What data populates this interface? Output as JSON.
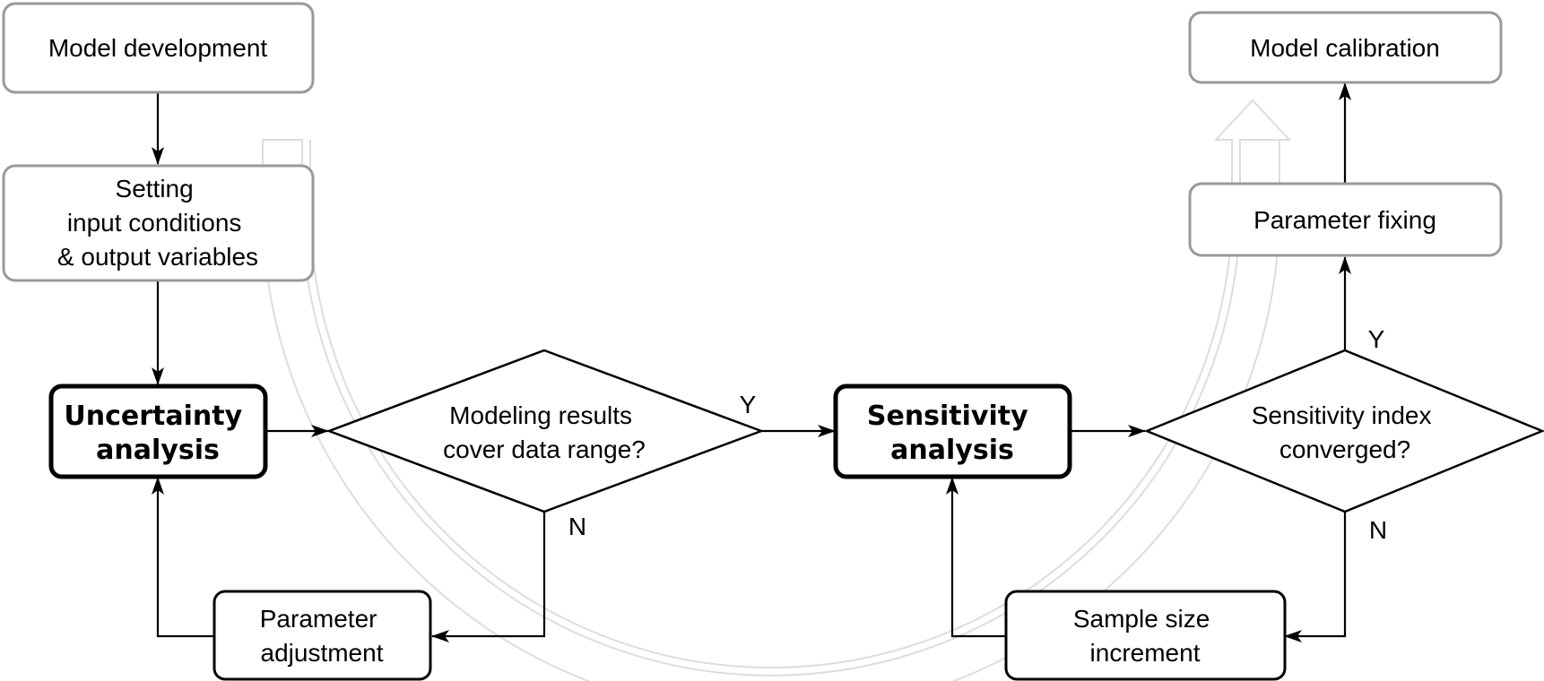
{
  "nodes": {
    "model_development": {
      "lines": [
        "Model development"
      ]
    },
    "setting_input": {
      "lines": [
        "Setting",
        "input conditions",
        "& output variables"
      ]
    },
    "uncertainty_analysis": {
      "lines": [
        "Uncertainty",
        "analysis"
      ]
    },
    "coverage_decision": {
      "lines": [
        "Modeling results",
        "cover data range?"
      ]
    },
    "parameter_adjustment": {
      "lines": [
        "Parameter",
        "adjustment"
      ]
    },
    "sensitivity_analysis": {
      "lines": [
        "Sensitivity",
        "analysis"
      ]
    },
    "convergence_decision": {
      "lines": [
        "Sensitivity index",
        "converged?"
      ]
    },
    "sample_size_increment": {
      "lines": [
        "Sample size",
        "increment"
      ]
    },
    "parameter_fixing": {
      "lines": [
        "Parameter fixing"
      ]
    },
    "model_calibration": {
      "lines": [
        "Model calibration"
      ]
    }
  },
  "edge_labels": {
    "coverage_yes": "Y",
    "coverage_no": "N",
    "convergence_yes": "Y",
    "convergence_no": "N"
  },
  "colors": {
    "gray_box_stroke": "#999999",
    "black_stroke": "#000000",
    "background_arrow_stroke": "#dddddd"
  }
}
